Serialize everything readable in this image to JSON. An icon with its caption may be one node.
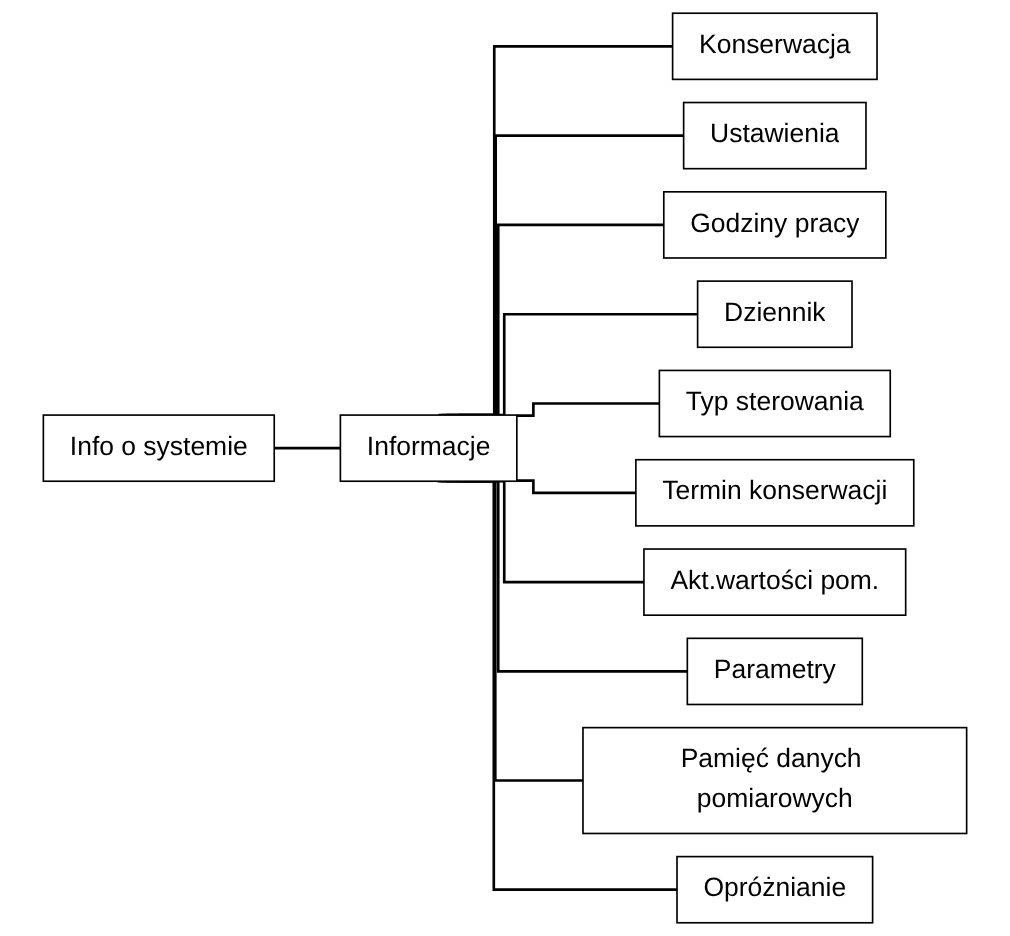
{
  "diagram": {
    "nodes": [
      {
        "text": [
          "Info o systemie"
        ]
      },
      {
        "text": [
          "Informacje"
        ]
      },
      {
        "text": [
          "Konserwacja"
        ]
      },
      {
        "text": [
          "Ustawienia"
        ]
      },
      {
        "text": [
          "Godziny pracy"
        ]
      },
      {
        "text": [
          "Dziennik"
        ]
      },
      {
        "text": [
          "Typ sterowania"
        ]
      },
      {
        "text": [
          "Termin konserwacji"
        ]
      },
      {
        "text": [
          "Akt.wartości pom."
        ]
      },
      {
        "text": [
          "Parametry"
        ]
      },
      {
        "text": [
          "Pamięć danych pomiarowych"
        ]
      },
      {
        "text": [
          "Opróżnianie"
        ]
      }
    ],
    "edges": [
      {
        "from": 0,
        "to": 1,
        "arrow": "none"
      },
      {
        "from": 1,
        "to": 2,
        "arrow": "none"
      },
      {
        "from": 1,
        "to": 3,
        "arrow": "none"
      },
      {
        "from": 1,
        "to": 4,
        "arrow": "none"
      },
      {
        "from": 1,
        "to": 5,
        "arrow": "none"
      },
      {
        "from": 1,
        "to": 6,
        "arrow": "none"
      },
      {
        "from": 1,
        "to": 7,
        "arrow": "none"
      },
      {
        "from": 1,
        "to": 8,
        "arrow": "none"
      },
      {
        "from": 1,
        "to": 9,
        "arrow": "none"
      },
      {
        "from": 1,
        "to": 10,
        "arrow": "none"
      },
      {
        "from": 1,
        "to": 11,
        "arrow": "none"
      }
    ]
  }
}
